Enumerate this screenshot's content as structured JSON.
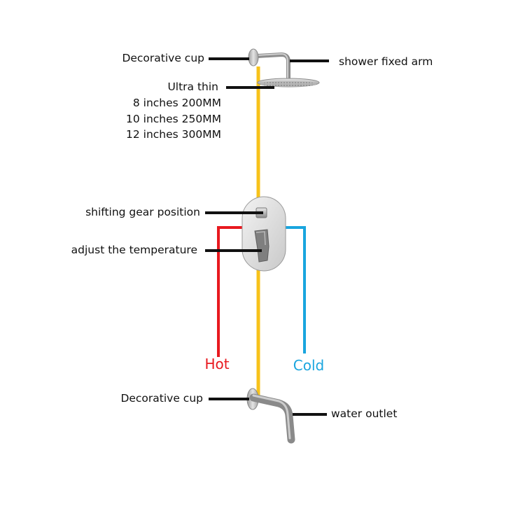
{
  "labels": {
    "decorative_cup_top": "Decorative cup",
    "shower_fixed_arm": "shower fixed arm",
    "ultra_thin": "Ultra thin",
    "size_8": "8 inches 200MM",
    "size_10": "10 inches 250MM",
    "size_12": "12 inches 300MM",
    "shifting_gear": "shifting gear position",
    "adjust_temperature": "adjust the temperature",
    "hot": "Hot",
    "cold": "Cold",
    "decorative_cup_bottom": "Decorative cup",
    "water_outlet": "water outlet"
  },
  "colors": {
    "supply_line": "#f7c21a",
    "hot": "#e8191f",
    "cold": "#1aa5de",
    "leader": "#111111",
    "chrome_light": "#dcdcdc",
    "chrome_dark": "#7c7c7c"
  }
}
